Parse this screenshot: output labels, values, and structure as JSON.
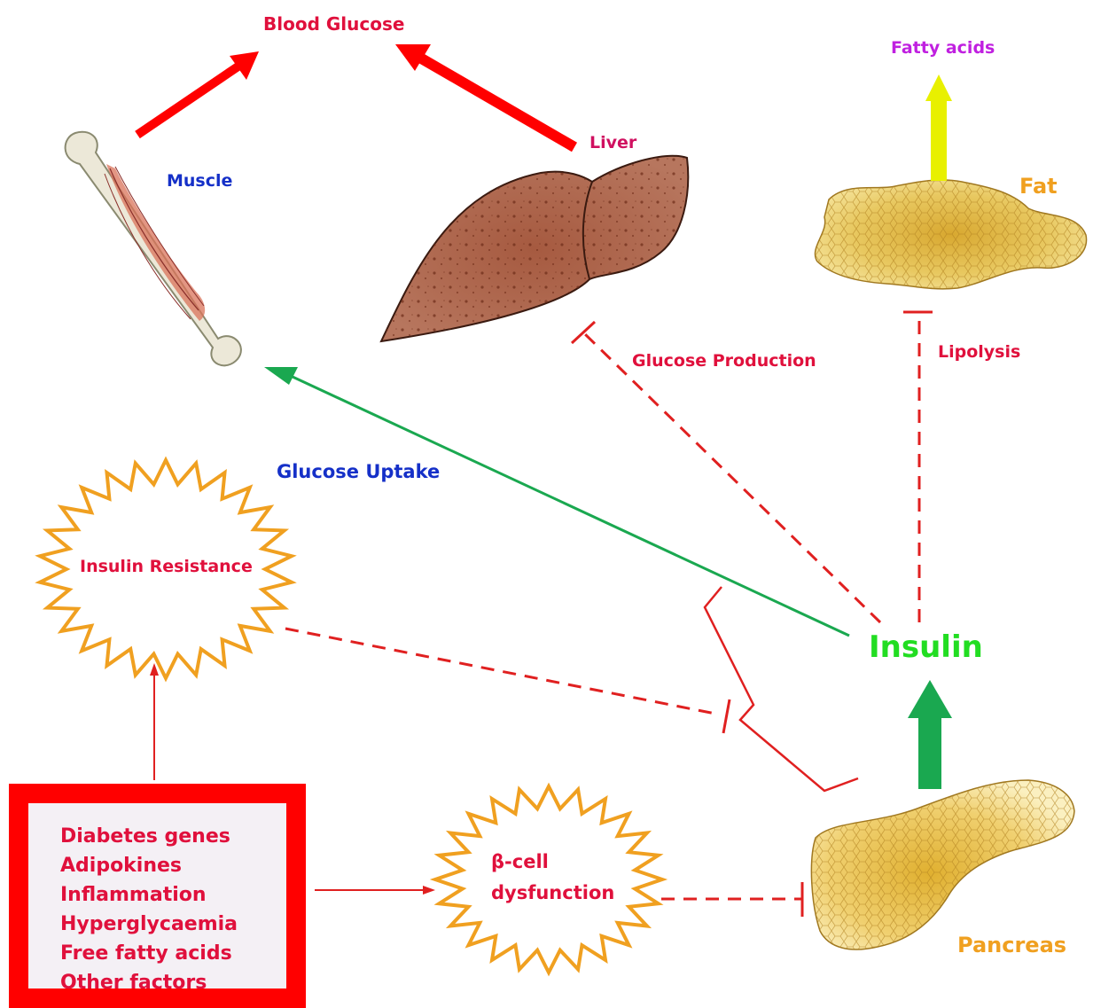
{
  "labels": {
    "blood_glucose": "Blood Glucose",
    "fatty_acids": "Fatty acids",
    "muscle": "Muscle",
    "liver": "Liver",
    "fat": "Fat",
    "glucose_production": "Glucose Production",
    "lipolysis": "Lipolysis",
    "glucose_uptake": "Glucose Uptake",
    "insulin_resistance": "Insulin Resistance",
    "insulin": "Insulin",
    "beta_cell_line1": "β-cell",
    "beta_cell_line2": "dysfunction",
    "pancreas": "Pancreas"
  },
  "factors": [
    "Diabetes genes",
    "Adipokines",
    "Inflammation",
    "Hyperglycaemia",
    "Free fatty acids",
    "Other factors"
  ],
  "colors": {
    "red_label": "#e0103c",
    "blue_label": "#1530c8",
    "purple_label": "#c020e0",
    "orange_label": "#f0a020",
    "insulin_green": "#22dd22",
    "arrow_red": "#ff0000",
    "uptake_green": "#1aa850",
    "fatty_acid_arrow": "#e8f000",
    "star_outline": "#f0a020"
  }
}
